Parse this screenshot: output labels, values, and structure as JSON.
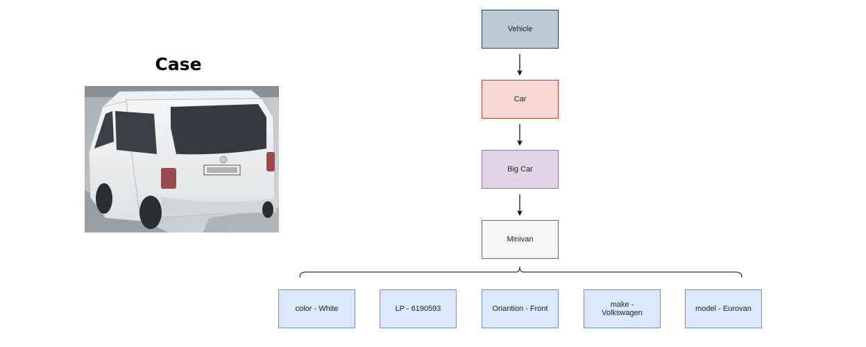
{
  "case": {
    "title": "Case",
    "image_alt": "Rear view of a white minivan"
  },
  "hierarchy": [
    {
      "id": "vehicle",
      "label": "Vehicle",
      "fill": "#bccad6",
      "stroke": "#23445d"
    },
    {
      "id": "car",
      "label": "Car",
      "fill": "#fad9d5",
      "stroke": "#ae4132"
    },
    {
      "id": "big-car",
      "label": "Big Car",
      "fill": "#e1d5e7",
      "stroke": "#9673a6"
    },
    {
      "id": "minivan",
      "label": "Minivan",
      "fill": "#f5f5f5",
      "stroke": "#666666"
    }
  ],
  "attributes": [
    {
      "id": "color",
      "label": "color - White"
    },
    {
      "id": "lp",
      "label": "LP - 6190593"
    },
    {
      "id": "oriantion",
      "label": "Oriantion - Front"
    },
    {
      "id": "make",
      "label": "make - Volkswagen"
    },
    {
      "id": "model",
      "label": "model - Eurovan"
    }
  ],
  "colors": {
    "attribute_fill": "#dae8fc",
    "attribute_stroke": "#6c8ebf",
    "arrow": "#000000"
  }
}
